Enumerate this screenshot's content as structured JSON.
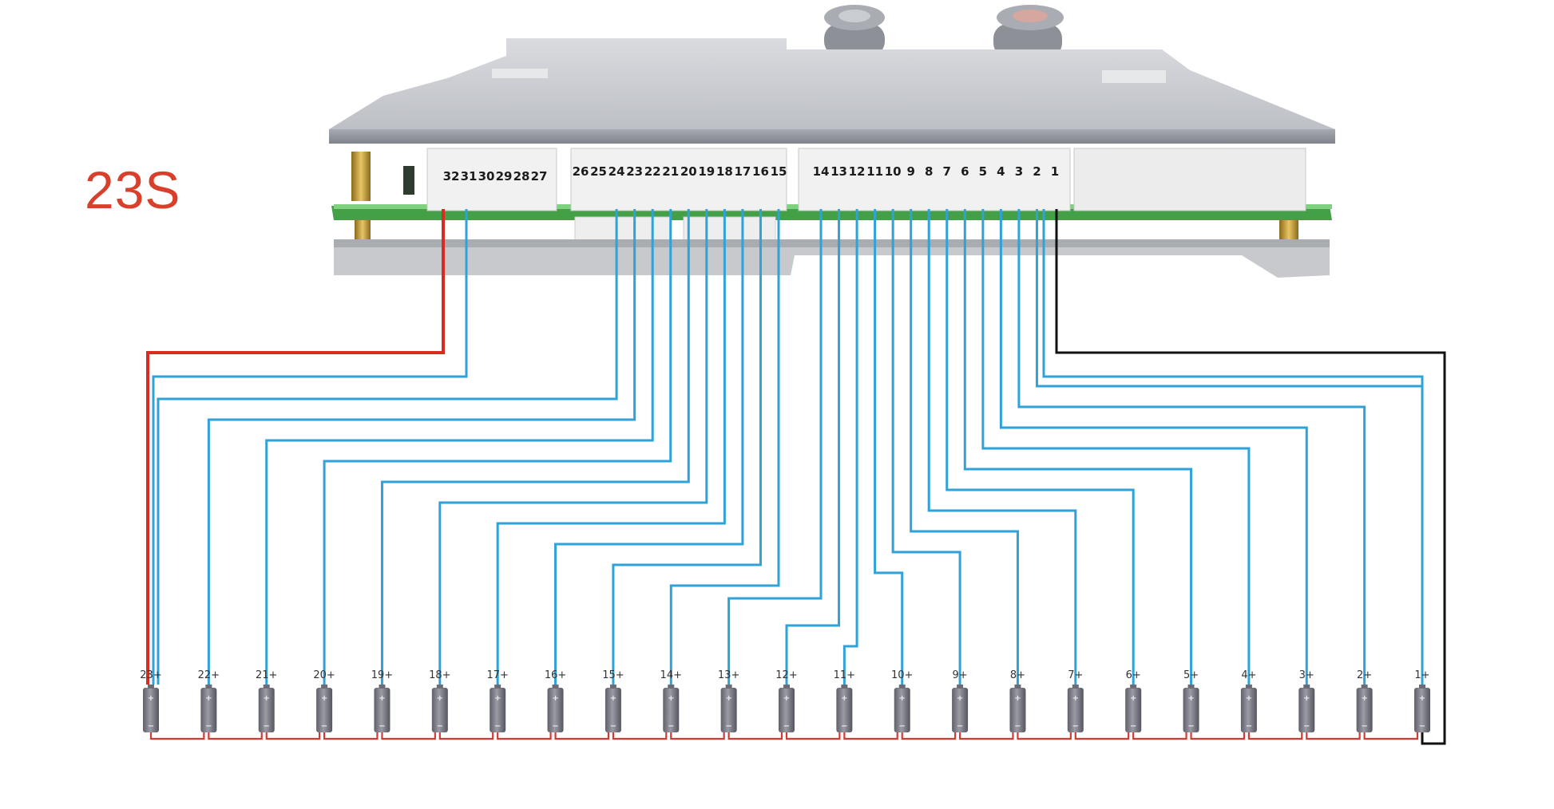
{
  "title": "23S",
  "colors": {
    "balance_wire": "#2fa2d8",
    "positive_wire": "#d92b20",
    "negative_wire": "#111111",
    "series_link": "#d43a30",
    "cell_body": "#7a7b85",
    "board_green": "#4caf50",
    "title": "#d8402c"
  },
  "connector": {
    "left_header_pins": [
      "32",
      "31",
      "30",
      "29",
      "28",
      "27"
    ],
    "middle_header_pins": [
      "26",
      "25",
      "24",
      "23",
      "22",
      "21",
      "20",
      "19",
      "18",
      "17",
      "16",
      "15"
    ],
    "right_header_pins": [
      "14",
      "13",
      "12",
      "11",
      "10",
      "9",
      "8",
      "7",
      "6",
      "5",
      "4",
      "3",
      "2",
      "1"
    ]
  },
  "cells": [
    "23+",
    "22+",
    "21+",
    "20+",
    "19+",
    "18+",
    "17+",
    "16+",
    "15+",
    "14+",
    "13+",
    "12+",
    "11+",
    "10+",
    "9+",
    "8+",
    "7+",
    "6+",
    "5+",
    "4+",
    "3+",
    "2+",
    "1+"
  ],
  "cell_terminal_plus": "+",
  "cell_terminal_minus": "−"
}
